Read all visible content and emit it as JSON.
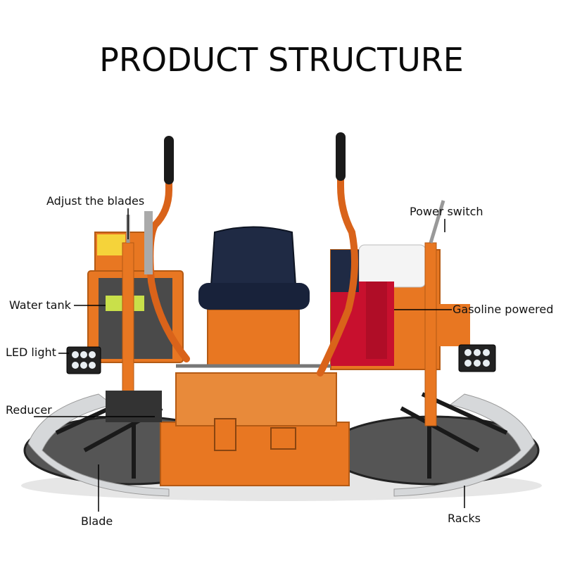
{
  "title": "PRODUCT STRUCTURE",
  "labels": {
    "adjust_blades": "Adjust the blades",
    "water_tank": "Water tank",
    "led_light": "LED light",
    "reducer": "Reducer",
    "blade": "Blade",
    "power_switch": "Power switch",
    "gasoline_powered": "Gasoline powered",
    "racks": "Racks"
  },
  "colors": {
    "machine_orange": "#e87722",
    "frame_black": "#1a1a1a",
    "seat": "#1f2a44",
    "engine_red": "#c8102e",
    "blade_grey": "#cfd2d4"
  }
}
